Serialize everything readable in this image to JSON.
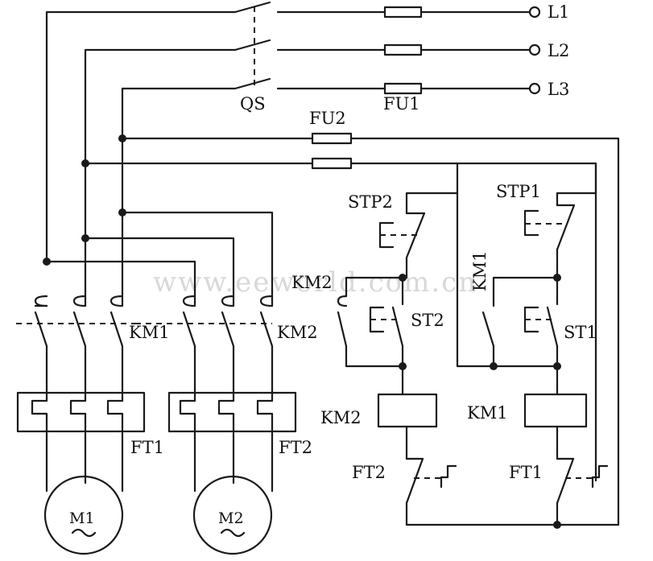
{
  "watermark": "www.eeworld.com.cn",
  "labels": {
    "l1": "L1",
    "l2": "L2",
    "l3": "L3",
    "qs": "QS",
    "fu1": "FU1",
    "fu2": "FU2",
    "stp1": "STP1",
    "stp2": "STP2",
    "st1": "ST1",
    "st2": "ST2",
    "km1_main": "KM1",
    "km2_main": "KM2",
    "km1_coil": "KM1",
    "km2_coil": "KM2",
    "km1_aux": "KM1",
    "km2_aux": "KM2",
    "ft1_relay": "FT1",
    "ft2_relay": "FT2",
    "ft1_contact": "FT1",
    "ft2_contact": "FT2",
    "m1": "M1",
    "m2": "M2"
  }
}
